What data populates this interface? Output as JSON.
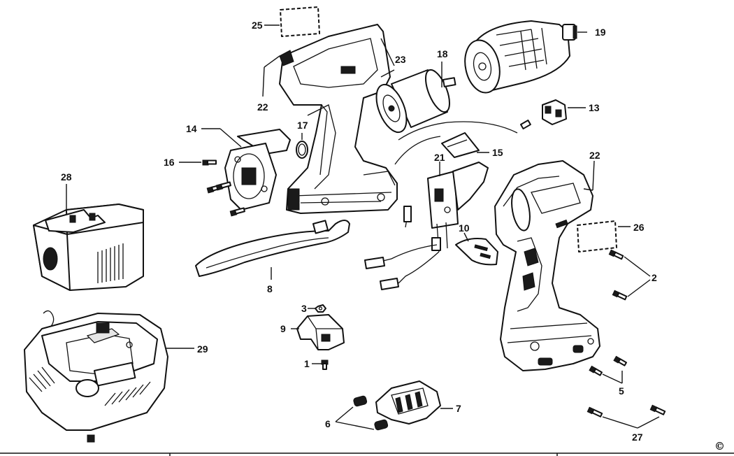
{
  "callouts": {
    "c1": "1",
    "c2": "2",
    "c3": "3",
    "c5": "5",
    "c6": "6",
    "c7": "7",
    "c8": "8",
    "c9": "9",
    "c10": "10",
    "c13": "13",
    "c14": "14",
    "c15": "15",
    "c16": "16",
    "c17": "17",
    "c18": "18",
    "c19": "19",
    "c21": "21",
    "c22a": "22",
    "c22b": "22",
    "c23": "23",
    "c25": "25",
    "c26": "26",
    "c27": "27",
    "c28": "28",
    "c29": "29"
  },
  "copyright_symbol": "©",
  "icons": [
    "drill-housing-left",
    "drill-housing-right",
    "motor",
    "gearbox",
    "battery-pack",
    "charger",
    "wrist-strap",
    "switch",
    "screw"
  ]
}
